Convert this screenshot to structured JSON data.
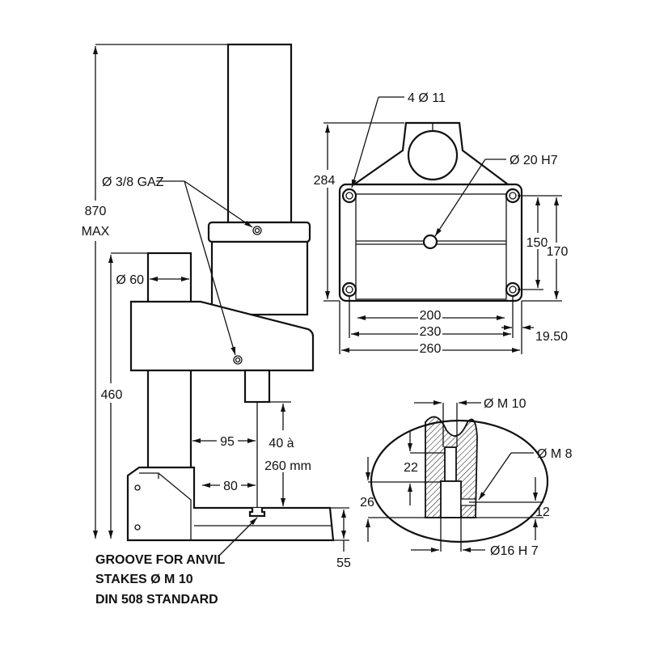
{
  "side_view": {
    "overall_height": "870",
    "overall_height_suffix": "MAX",
    "air_port": "Ø 3/8 GAZ",
    "column_diameter": "Ø 60",
    "table_height": "460",
    "throat_depth_95": "95",
    "throat_depth_80": "80",
    "stroke_range_1": "40 à",
    "stroke_range_2": "260 mm",
    "base_height": "55",
    "groove_note": [
      "GROOVE FOR ANVIL",
      "STAKES Ø M 10",
      "DIN 508 STANDARD"
    ]
  },
  "top_view": {
    "mount_holes": "4 Ø 11",
    "bore": "Ø 20 H7",
    "depth": "284",
    "hole_spacing_y": "150",
    "width_y": "170",
    "hole_spacing_x": "200",
    "width_230": "230",
    "width_260": "260",
    "offset": "19.50"
  },
  "detail_view": {
    "thread_top": "Ø M 10",
    "thread_side": "Ø M 8",
    "bore_bottom": "Ø16 H 7",
    "depth_22": "22",
    "depth_26": "26",
    "depth_12": "12"
  }
}
